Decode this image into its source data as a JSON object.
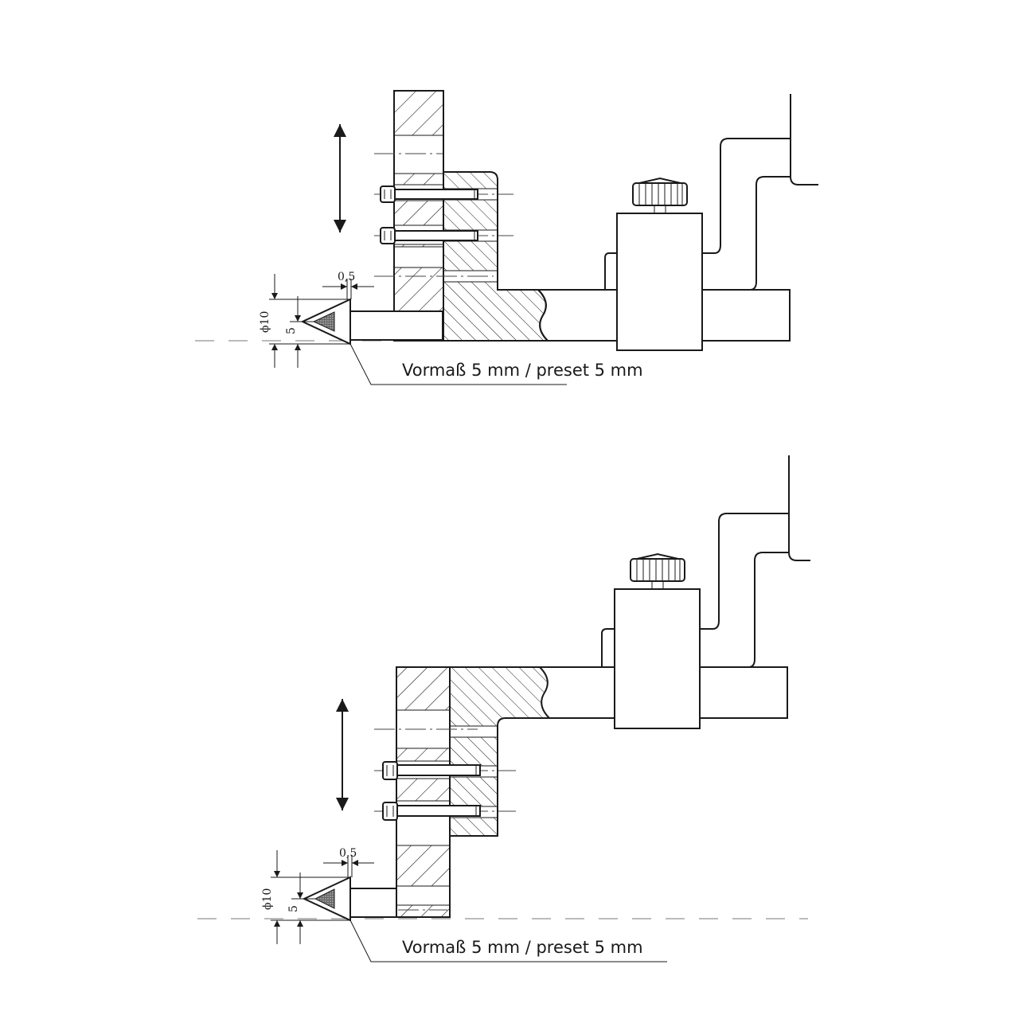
{
  "callouts": {
    "top": "Vormaß 5 mm / preset 5 mm",
    "bottom": "Vormaß 5 mm / preset 5 mm"
  },
  "dimensions": {
    "offset": "0,5",
    "diameter": "ϕ10",
    "height": "5"
  },
  "colors": {
    "line": "#1a1a1a",
    "background": "#ffffff"
  },
  "icons": {
    "motion": "double-arrow-vertical-icon"
  }
}
